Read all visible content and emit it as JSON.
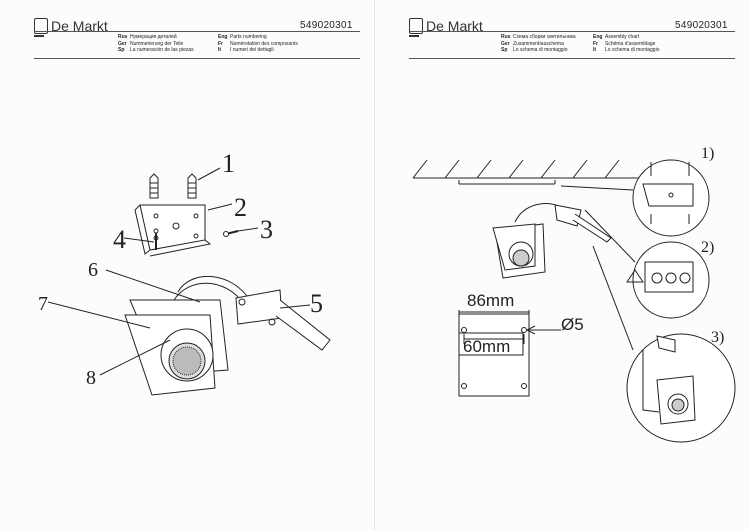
{
  "brand": "De Markt",
  "left_page": {
    "product_code": "549020301",
    "header": {
      "rus": {
        "tag": "Rus",
        "text": "Нумерация деталей"
      },
      "ger": {
        "tag": "Ger",
        "text": "Nummerierung der Teile"
      },
      "sp": {
        "tag": "Sp",
        "text": "La numeración de las piezas"
      },
      "eng": {
        "tag": "Eng",
        "text": "Parts numbering"
      },
      "fr": {
        "tag": "Fr",
        "text": "Numérotation des composants"
      },
      "it": {
        "tag": "It",
        "text": "I numeri dei dettagli"
      }
    },
    "part_numbers": [
      "1",
      "2",
      "3",
      "4",
      "5",
      "6",
      "7",
      "8"
    ]
  },
  "right_page": {
    "product_code": "549020301",
    "header": {
      "rus": {
        "tag": "Rus",
        "text": "Схема сборки светильника"
      },
      "ger": {
        "tag": "Ger",
        "text": "Zusammenbauschema"
      },
      "sp": {
        "tag": "Sp",
        "text": "Lo schema di montaggio"
      },
      "eng": {
        "tag": "Eng",
        "text": "Assembly chart"
      },
      "fr": {
        "tag": "Fr",
        "text": "Schéma d'assemblage"
      },
      "it": {
        "tag": "It",
        "text": "Lo schema di montaggio"
      }
    },
    "steps": [
      "1)",
      "2)",
      "3)"
    ],
    "dimensions": {
      "width": "86mm",
      "hole_spacing": "60mm",
      "hole_diameter": "Ø5"
    }
  }
}
